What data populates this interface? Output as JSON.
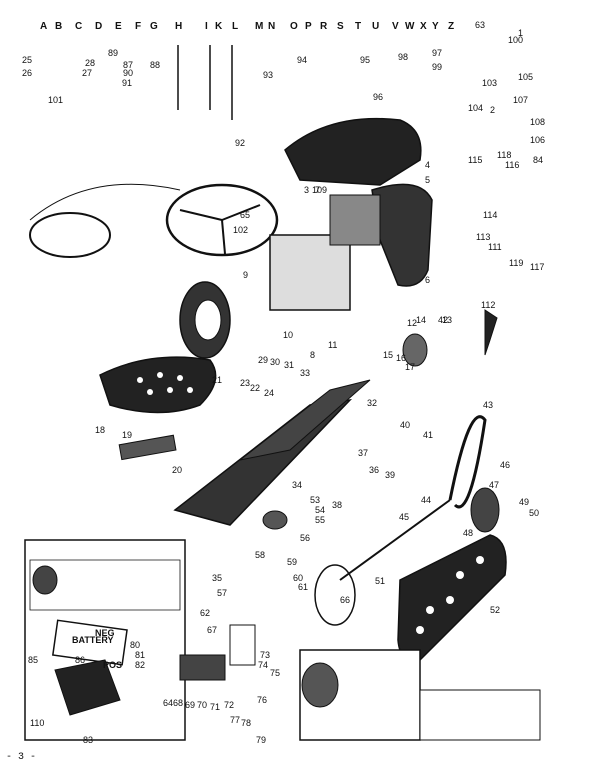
{
  "letters": [
    "A",
    "B",
    "C",
    "D",
    "E",
    "F",
    "G",
    "H",
    "I",
    "K",
    "L",
    "M",
    "N",
    "O",
    "P",
    "R",
    "S",
    "T",
    "U",
    "V",
    "W",
    "X",
    "Y",
    "Z"
  ],
  "numbers": [
    "1",
    "2",
    "3",
    "4",
    "5",
    "6",
    "7",
    "8",
    "9",
    "10",
    "11",
    "12",
    "13",
    "14",
    "15",
    "16",
    "17",
    "18",
    "19",
    "20",
    "21",
    "22",
    "23",
    "24",
    "25",
    "26",
    "27",
    "28",
    "29",
    "30",
    "31",
    "32",
    "33",
    "34",
    "35",
    "36",
    "37",
    "38",
    "39",
    "40",
    "41",
    "42",
    "43",
    "44",
    "45",
    "46",
    "47",
    "48",
    "49",
    "50",
    "51",
    "52",
    "53",
    "54",
    "55",
    "56",
    "57",
    "58",
    "59",
    "60",
    "61",
    "62",
    "63",
    "64",
    "65",
    "66",
    "67",
    "68",
    "69",
    "70",
    "71",
    "72",
    "73",
    "74",
    "75",
    "76",
    "77",
    "78",
    "79",
    "80",
    "81",
    "82",
    "83",
    "84",
    "85",
    "86",
    "87",
    "88",
    "89",
    "90",
    "91",
    "92",
    "93",
    "94",
    "95",
    "96",
    "97",
    "98",
    "99",
    "100",
    "101",
    "102",
    "103",
    "104",
    "105",
    "106",
    "107",
    "108",
    "109",
    "110",
    "111",
    "112",
    "113",
    "114",
    "115",
    "116",
    "117",
    "118",
    "119"
  ],
  "inset": {
    "battery": "BATTERY",
    "neg": "NEG",
    "pos": "POS"
  },
  "footer": "- 3 -",
  "colors": {
    "ink": "#111111",
    "paper": "#ffffff"
  }
}
